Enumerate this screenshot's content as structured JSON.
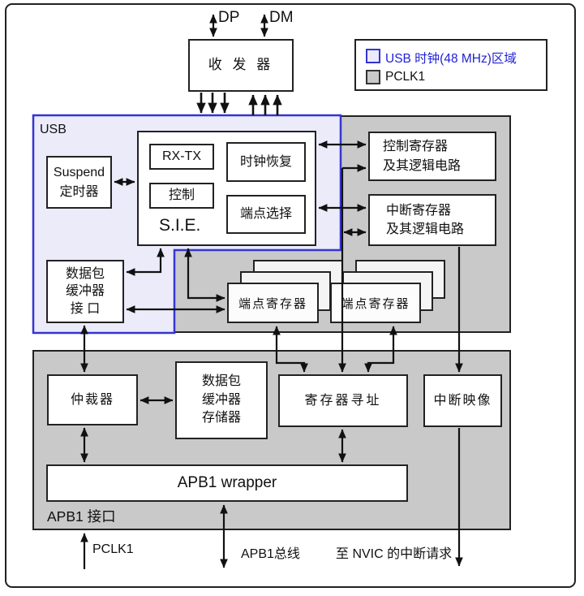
{
  "top": {
    "dp": "DP",
    "dm": "DM",
    "transceiver": "收 发 器"
  },
  "legend": {
    "usb_clock_label": "USB 时钟(48 MHz)区域",
    "pclk1_label": "PCLK1"
  },
  "usb_domain": {
    "label": "USB",
    "suspend_timer": {
      "line1": "Suspend",
      "line2": "定时器"
    },
    "sie": {
      "label": "S.I.E.",
      "rx_tx": "RX-TX",
      "clock_recovery": "时钟恢复",
      "control": "控制",
      "endpoint_select": "端点选择"
    },
    "packet_buffer_interface": {
      "line1": "数据包",
      "line2": "缓冲器",
      "line3": "接 口"
    }
  },
  "pclk_domain": {
    "control_registers": {
      "line1": "控制寄存器",
      "line2": "及其逻辑电路"
    },
    "interrupt_registers": {
      "line1": "中断寄存器",
      "line2": "及其逻辑电路"
    },
    "endpoint_registers_left": "端点寄存器",
    "endpoint_registers_right": "端点寄存器"
  },
  "apb1": {
    "label": "APB1 接口",
    "arbiter": "仲裁器",
    "packet_buffer_memory": {
      "line1": "数据包",
      "line2": "缓冲器",
      "line3": "存储器"
    },
    "register_addressing": "寄存器寻址",
    "interrupt_mapper": "中断映像",
    "wrapper": "APB1 wrapper"
  },
  "bottom": {
    "pclk1": "PCLK1",
    "apb1_bus": "APB1总线",
    "nvic": "至 NVIC 的中断请求"
  },
  "colors": {
    "usb_border_blue": "#3535cf",
    "legend_text_blue": "#2222d6",
    "pclk_gray": "#c9c9c9",
    "usb_fill": "#ebebfa"
  }
}
